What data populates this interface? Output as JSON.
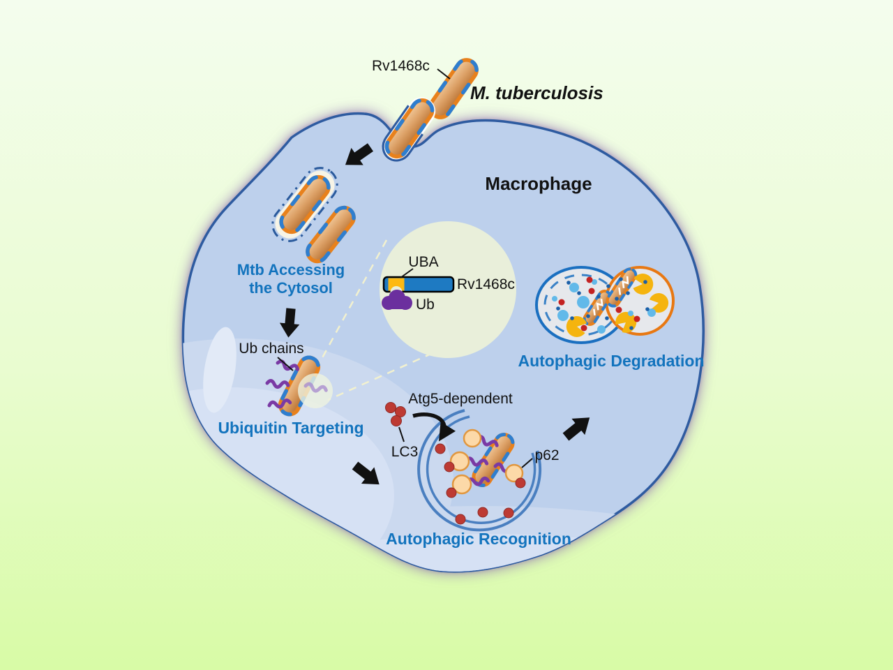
{
  "figure_type": "biology-pathway-diagram",
  "colors": {
    "background_top": "#f4fdee",
    "background_bottom": "#d8fba6",
    "cell_fill": "#bdd0ec",
    "membrane": "#2e5ba0",
    "heading_blue": "#1273bd",
    "bacterium_orange": "#e8811c",
    "bacterium_blue_patch": "#2e7ecf",
    "ubiquitin_purple": "#7a3aa4",
    "uba_yellow": "#fdb913",
    "protein_bar_blue": "#1e7ac2",
    "inset_bg": "#e9efda",
    "lc3_red": "#bd3a33",
    "p62_fill": "#fcd9a8",
    "p62_stroke": "#e1973f",
    "phagophore_blue": "#4a7fc0",
    "autophagosome_blue": "#1a6fc0",
    "lysosome_orange": "#e87812",
    "enzyme_yellow": "#f5b40e"
  },
  "pathogen": {
    "name": "M. tuberculosis",
    "protein": "Rv1468c"
  },
  "cell": {
    "name": "Macrophage"
  },
  "stages": {
    "access": {
      "line1": "Mtb Accessing",
      "line2": "the Cytosol"
    },
    "targeting": {
      "title": "Ubiquitin Targeting",
      "chains": "Ub chains"
    },
    "recognition": {
      "title": "Autophagic Recognition",
      "atg5": "Atg5-dependent",
      "lc3": "LC3",
      "p62": "p62"
    },
    "degradation": {
      "title": "Autophagic Degradation"
    }
  },
  "inset": {
    "domain": "UBA",
    "protein": "Rv1468c",
    "ubiquitin": "Ub"
  }
}
